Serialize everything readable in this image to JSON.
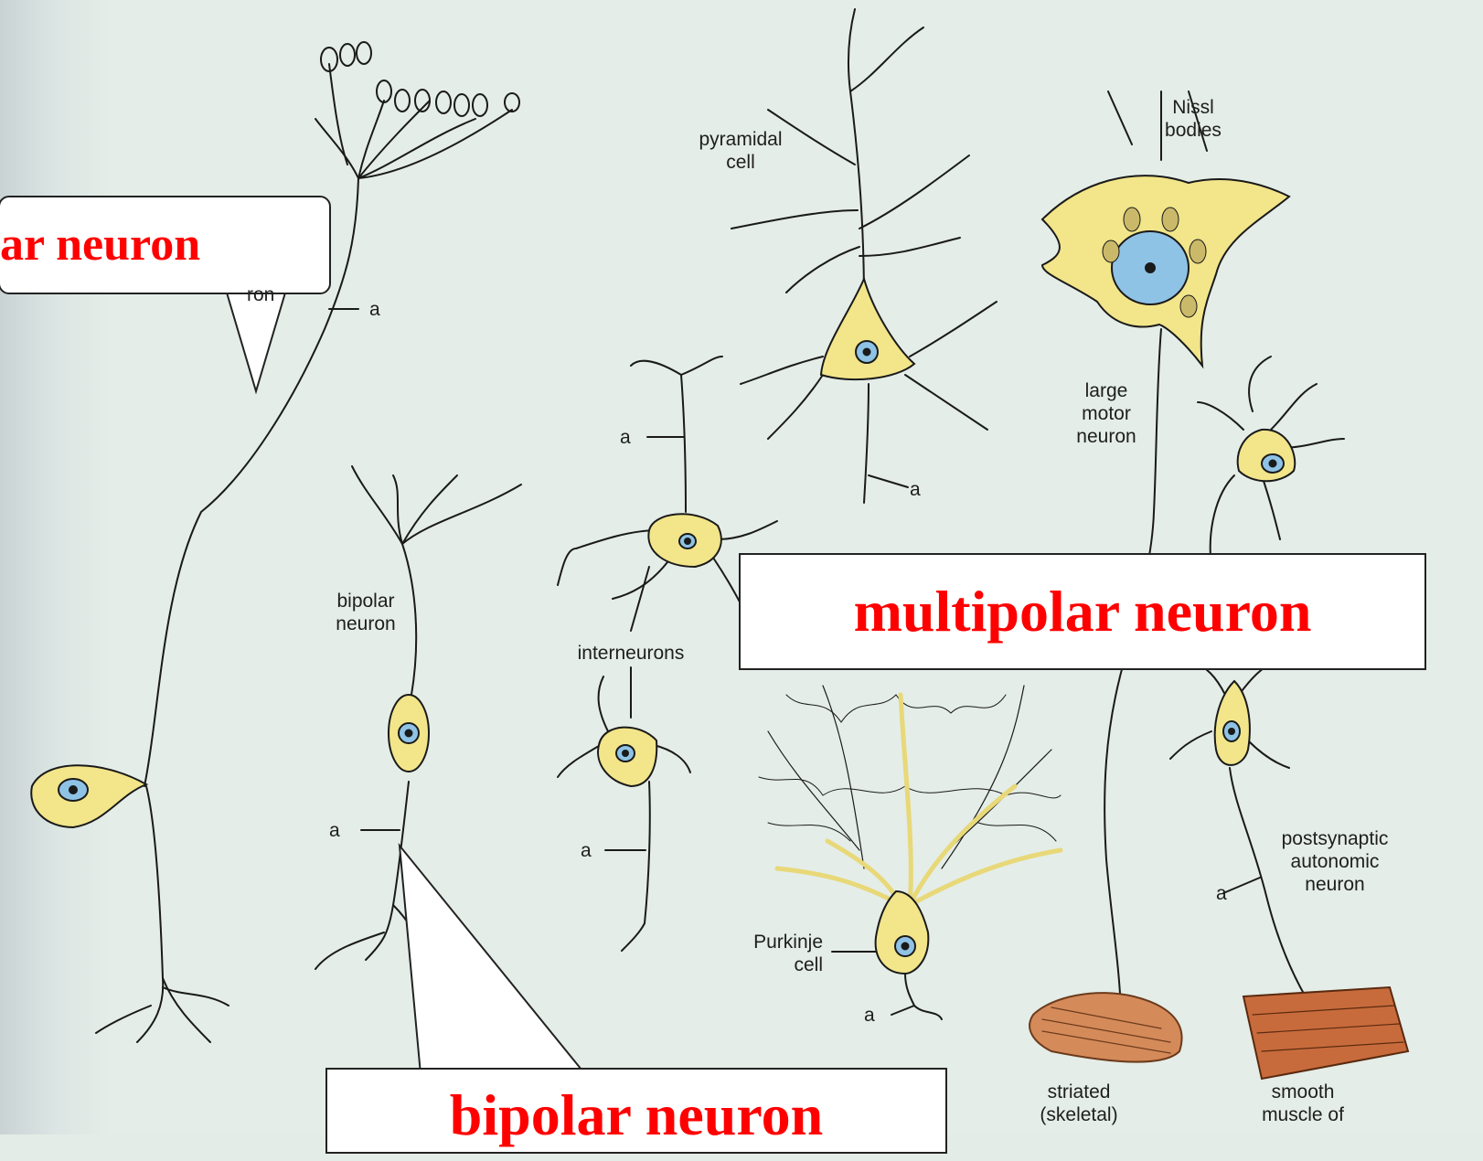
{
  "callouts": {
    "unipolar": "ar  neuron",
    "multipolar": "multipolar   neuron",
    "bipolar": "bipolar   neuron"
  },
  "labels": {
    "pyramidal_cell": "pyramidal\ncell",
    "nissl_bodies": "Nissl\nbodies",
    "large_motor_neuron": "large\nmotor\nneuron",
    "bipolar_neuron": "bipolar\nneuron",
    "interneurons": "interneurons",
    "purkinje_cell": "Purkinje\ncell",
    "postsynaptic_autonomic_neuron": "postsynaptic\nautonomic\nneuron",
    "striated_skeletal": "striated\n(skeletal)",
    "smooth_muscle_of": "smooth\nmuscle of",
    "partial_ron": "ron",
    "axon_marker": "a"
  },
  "colors": {
    "cell_body": "#f2e58a",
    "nucleus": "#8fc3e6",
    "callout_text": "#ff0000",
    "muscle": "#c86b3c"
  }
}
